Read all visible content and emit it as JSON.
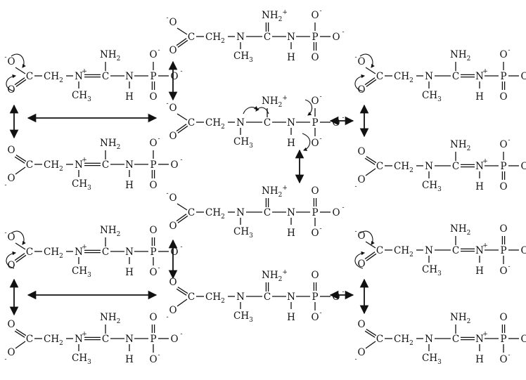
{
  "atoms": {
    "carbonyl_c": "C",
    "oxygen": "O",
    "oxide": "O",
    "minus": "-",
    "plus": "+",
    "ch2": "CH",
    "two": "2",
    "three": "3",
    "nitrogen": "N",
    "amidine_c": "C",
    "nh": "NH",
    "hydrogen": "H",
    "phosphorus": "P",
    "methyl": "CH"
  },
  "colors": {
    "ink": "#111111",
    "background": "#ffffff"
  }
}
